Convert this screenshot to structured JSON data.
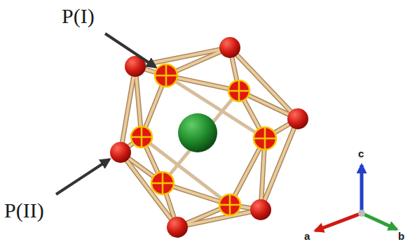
{
  "diagram": {
    "labels": [
      "P(I)",
      "P(II)",
      "a",
      "b",
      "c"
    ]
  }
}
